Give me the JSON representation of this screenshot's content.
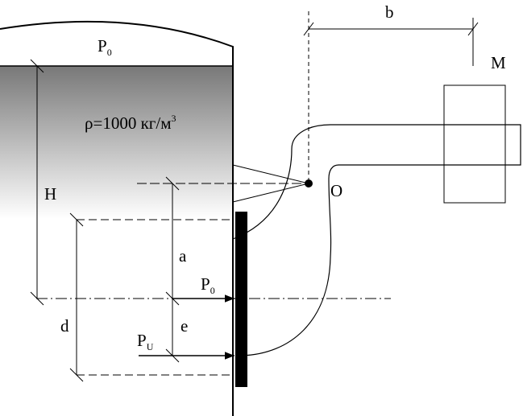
{
  "labels": {
    "p0_top": "P",
    "p0_top_sub": "0",
    "density": "ρ=1000 кг/м",
    "density_sup": "3",
    "h": "H",
    "a": "a",
    "d": "d",
    "e": "e",
    "b": "b",
    "m": "M",
    "o": "O",
    "p0_arrow": "P",
    "p0_arrow_sub": "0",
    "pu_arrow": "P",
    "pu_arrow_sub": "U"
  },
  "colors": {
    "line": "#000000",
    "liquid_top": "#787878",
    "liquid_bottom": "#ffffff"
  }
}
